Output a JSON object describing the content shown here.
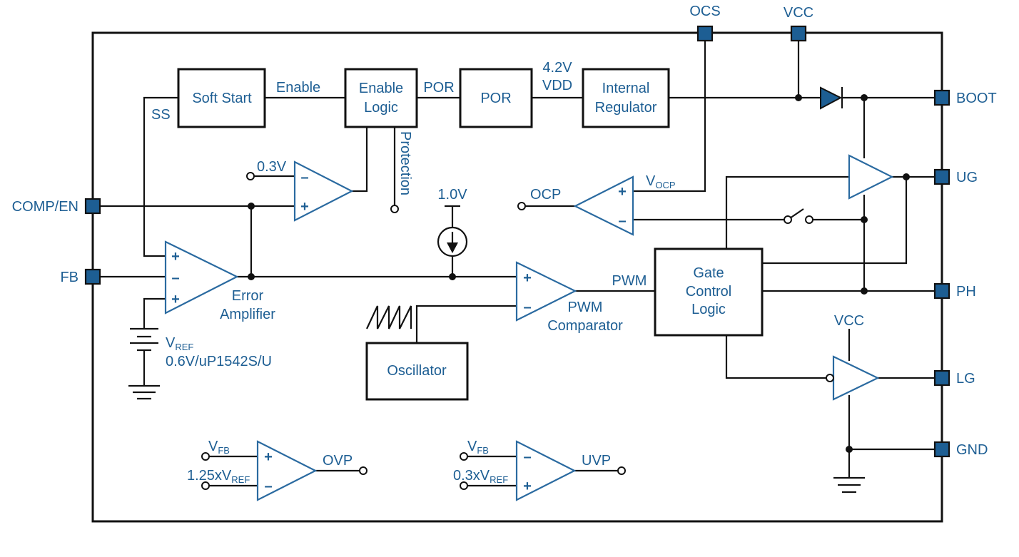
{
  "pins": {
    "ocs": "OCS",
    "vcc": "VCC",
    "boot": "BOOT",
    "ug": "UG",
    "ph": "PH",
    "lg": "LG",
    "gnd": "GND",
    "comp_en": "COMP/EN",
    "fb": "FB"
  },
  "blocks": {
    "soft_start": "Soft Start",
    "enable_logic": [
      "Enable",
      "Logic"
    ],
    "por": "POR",
    "internal_regulator": [
      "Internal",
      "Regulator"
    ],
    "gate_control_logic": [
      "Gate",
      "Control",
      "Logic"
    ],
    "oscillator": "Oscillator"
  },
  "signals": {
    "enable": "Enable",
    "por": "POR",
    "vdd": [
      "4.2V",
      "VDD"
    ],
    "ss": "SS",
    "protection": "Protection",
    "ref_03": "0.3V",
    "ref_10": "1.0V",
    "ocp": "OCP",
    "vocp_main": "V",
    "vocp_sub": "OCP",
    "pwm": "PWM",
    "vcc_lg": "VCC",
    "ovp": "OVP",
    "uvp": "UVP"
  },
  "labels": {
    "error_amp": [
      "Error",
      "Amplifier"
    ],
    "pwm_comp": [
      "PWM",
      "Comparator"
    ],
    "vref_main": "V",
    "vref_sub": "REF",
    "vref_value": "0.6V/uP1542S/U",
    "ovp_in1_main": "V",
    "ovp_in1_sub": "FB",
    "ovp_in2_main": "1.25xV",
    "ovp_in2_sub": "REF",
    "uvp_in1_main": "V",
    "uvp_in1_sub": "FB",
    "uvp_in2_main": "0.3xV",
    "uvp_in2_sub": "REF"
  },
  "signs": {
    "plus": "+",
    "minus": "–"
  }
}
